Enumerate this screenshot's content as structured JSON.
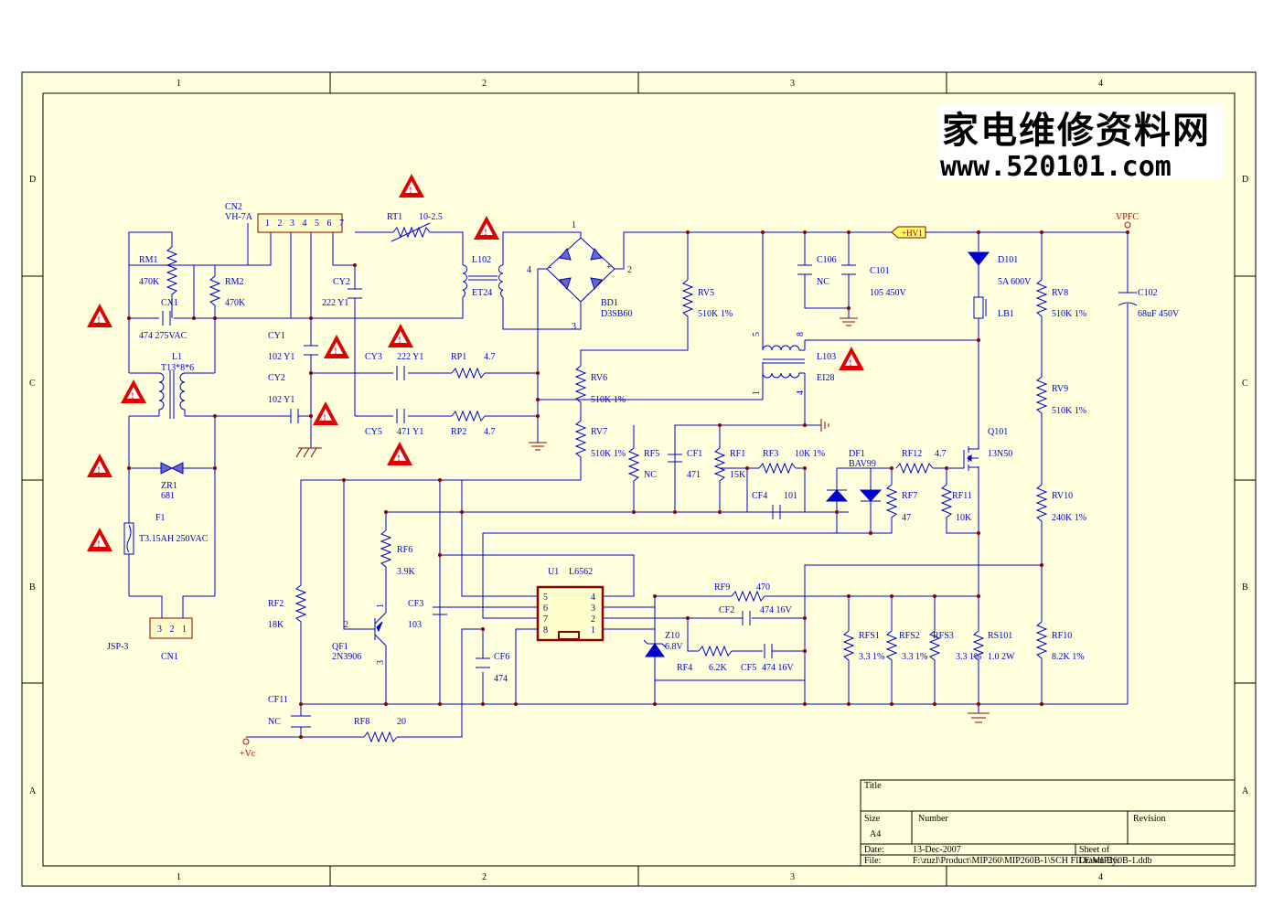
{
  "header": {
    "watermark_cn": "家电维修资料网",
    "watermark_url": "www.520101.com"
  },
  "zones": {
    "cols": [
      "1",
      "2",
      "3",
      "4"
    ],
    "rows": [
      "D",
      "C",
      "B",
      "A"
    ]
  },
  "nets": {
    "hv1": "+HV1",
    "vpfc": "VPFC",
    "vc": "+Vc"
  },
  "components": {
    "cn2": {
      "ref": "CN2",
      "value": "VH-7A",
      "pins": "1 2 3 4 5 6 7"
    },
    "rt1": {
      "ref": "RT1",
      "value": "10-2.5"
    },
    "l102": {
      "ref": "L102",
      "value": "ET24"
    },
    "bd1": {
      "ref": "BD1",
      "value": "D3SB60",
      "p1": "1",
      "p2": "2",
      "p3": "3",
      "p4": "4",
      "plus": "+",
      "minus": "-"
    },
    "rm1": {
      "ref": "RM1",
      "value": "470K"
    },
    "rm2": {
      "ref": "RM2",
      "value": "470K"
    },
    "cx1": {
      "ref": "CX1",
      "value": "474 275VAC"
    },
    "cy2a": {
      "ref": "CY2",
      "value": "222 Y1"
    },
    "cy1": {
      "ref": "CY1",
      "value": "102 Y1"
    },
    "cy2b": {
      "ref": "CY2",
      "value": "102 Y1"
    },
    "cy3": {
      "ref": "CY3",
      "value": "222 Y1"
    },
    "rp1": {
      "ref": "RP1",
      "value": "4.7"
    },
    "cy5": {
      "ref": "CY5",
      "value": "471 Y1"
    },
    "rp2": {
      "ref": "RP2",
      "value": "4.7"
    },
    "l1": {
      "ref": "L1",
      "value": "T13*8*6"
    },
    "zr1": {
      "ref": "ZR1",
      "value": "681"
    },
    "f1": {
      "ref": "F1",
      "value": "T3.15AH 250VAC"
    },
    "cn1": {
      "ref": "CN1",
      "value": "JSP-3",
      "pins": "3 2 1"
    },
    "c106": {
      "ref": "C106",
      "value": "NC"
    },
    "c101": {
      "ref": "C101",
      "value": "105 450V"
    },
    "rv5": {
      "ref": "RV5",
      "value": "510K  1%"
    },
    "rv6": {
      "ref": "RV6",
      "value": "510K  1%"
    },
    "rv7": {
      "ref": "RV7",
      "value": "510K  1%"
    },
    "l103": {
      "ref": "L103",
      "value": "EI28",
      "p5": "5",
      "p8": "8",
      "p1": "1",
      "p4": "4"
    },
    "d101": {
      "ref": "D101",
      "value": "5A 600V"
    },
    "lb1": {
      "ref": "LB1"
    },
    "c102": {
      "ref": "C102",
      "value": "68uF 450V"
    },
    "rv8": {
      "ref": "RV8",
      "value": "510K 1%"
    },
    "rv9": {
      "ref": "RV9",
      "value": "510K 1%"
    },
    "rv10": {
      "ref": "RV10",
      "value": "240K 1%"
    },
    "rf10": {
      "ref": "RF10",
      "value": "8.2K 1%"
    },
    "q101": {
      "ref": "Q101",
      "value": "13N50"
    },
    "rf5": {
      "ref": "RF5",
      "value": "NC"
    },
    "cf1": {
      "ref": "CF1",
      "value": "471"
    },
    "rf1": {
      "ref": "RF1",
      "value": "15K"
    },
    "rf3": {
      "ref": "RF3",
      "value": "10K  1%"
    },
    "cf4": {
      "ref": "CF4",
      "value": "101"
    },
    "df1": {
      "ref": "DF1",
      "value": "BAV99"
    },
    "rf12": {
      "ref": "RF12",
      "value": "4.7"
    },
    "rf7": {
      "ref": "RF7",
      "value": "47"
    },
    "rf11": {
      "ref": "RF11",
      "value": "10K"
    },
    "rf6": {
      "ref": "RF6",
      "value": "3.9K"
    },
    "cf3": {
      "ref": "CF3",
      "value": "103"
    },
    "u1": {
      "ref": "U1",
      "value": "L6562",
      "pins_left": [
        "5",
        "6",
        "7",
        "8"
      ],
      "pins_right": [
        "4",
        "3",
        "2",
        "1"
      ]
    },
    "rf9": {
      "ref": "RF9",
      "value": "470"
    },
    "cf2": {
      "ref": "CF2",
      "value": "474 16V"
    },
    "z10": {
      "ref": "Z10",
      "value": "6.8V"
    },
    "rf4": {
      "ref": "RF4",
      "value": "6.2K"
    },
    "cf5": {
      "ref": "CF5",
      "value": "474 16V"
    },
    "rf2": {
      "ref": "RF2",
      "value": "18K"
    },
    "qf1": {
      "ref": "QF1",
      "value": "2N3906",
      "p1": "1",
      "p2": "2",
      "p3": "3"
    },
    "cf6": {
      "ref": "CF6",
      "value": "474"
    },
    "cf11": {
      "ref": "CF11",
      "value": "NC"
    },
    "rf8": {
      "ref": "RF8",
      "value": "20"
    },
    "rfs1": {
      "ref": "RFS1",
      "value": "3.3 1%"
    },
    "rfs2": {
      "ref": "RFS2",
      "value": "3.3 1%"
    },
    "rfs3": {
      "ref": "RFS3",
      "value": "3.3 1%"
    },
    "rs101": {
      "ref": "RS101",
      "value": "1.0 2W"
    }
  },
  "title_block": {
    "title_label": "Title",
    "size_label": "Size",
    "size_value": "A4",
    "number_label": "Number",
    "revision_label": "Revision",
    "date_label": "Date:",
    "date_value": "13-Dec-2007",
    "sheet_label": "Sheet    of",
    "file_label": "File:",
    "file_value": "F:\\zuzl\\Product\\MIP260\\MIP260B-1\\SCH FILE\\MIP260B-1.ddb",
    "drawn_label": "Drawn By:"
  },
  "colors": {
    "wire": "#0000cc",
    "node": "#8b0000",
    "paper": "#ffffdd",
    "warning": "#e00000",
    "ic_body": "#ffffcc",
    "ic_border": "#8b0000"
  }
}
